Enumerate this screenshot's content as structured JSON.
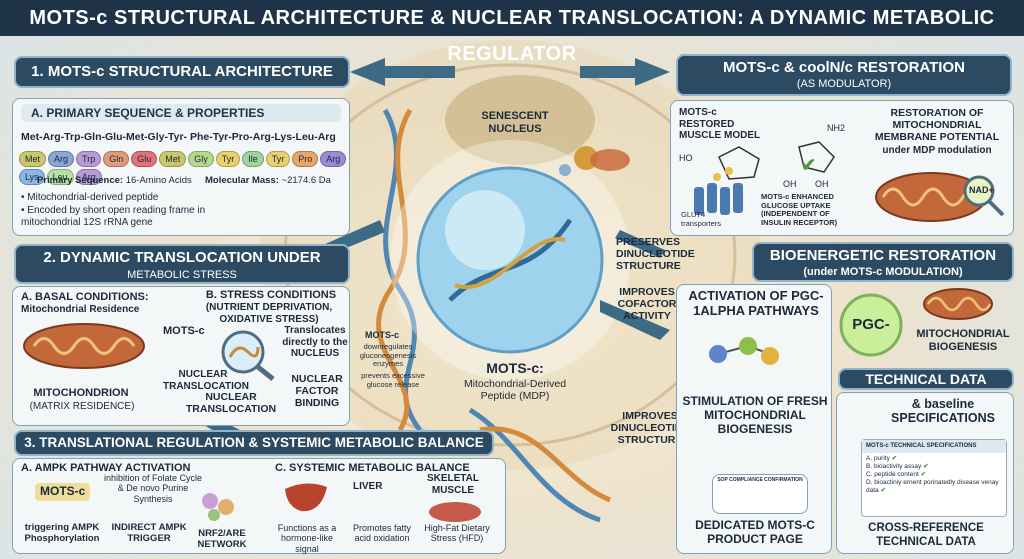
{
  "title": "MOTS-c STRUCTURAL ARCHITECTURE & NUCLEAR TRANSLOCATION: A DYNAMIC METABOLIC REGULATOR",
  "section1": {
    "header": "1. MOTS-c STRUCTURAL ARCHITECTURE",
    "subheader": "A. PRIMARY SEQUENCE & PROPERTIES",
    "sequence": "Met-Arg-Trp-Gln-Glu-Met-Gly-Tyr- Phe-Tyr-Pro-Arg-Lys-Leu-Arg",
    "residues": [
      {
        "name": "Met",
        "color": "#c9c86a"
      },
      {
        "name": "Arg",
        "color": "#8aa6d6"
      },
      {
        "name": "Trp",
        "color": "#b99ad6"
      },
      {
        "name": "Gln",
        "color": "#e39a7a"
      },
      {
        "name": "Glu",
        "color": "#e3707a"
      },
      {
        "name": "Met",
        "color": "#c9c86a"
      },
      {
        "name": "Gly",
        "color": "#b5d98a"
      },
      {
        "name": "Tyr",
        "color": "#e8d06a"
      },
      {
        "name": "Ile",
        "color": "#9fd49a"
      },
      {
        "name": "Tyr",
        "color": "#e8d06a"
      },
      {
        "name": "Pro",
        "color": "#e8a56a"
      },
      {
        "name": "Arg",
        "color": "#9a8ad6"
      },
      {
        "name": "Lys",
        "color": "#8ab6e6"
      },
      {
        "name": "Leu",
        "color": "#b8e0a0"
      },
      {
        "name": "Arg",
        "color": "#b99ad6"
      }
    ],
    "primary_sequence_label": "Primary Sequence:",
    "primary_sequence_value": "16-Amino Acids",
    "mass_label": "Molecular Mass:",
    "mass_value": "~2174.6 Da",
    "bullet1": "Mitochondrial-derived peptide",
    "bullet2": "Encoded by short open reading frame in mitochondrial 12S rRNA gene"
  },
  "section2": {
    "header": "2. DYNAMIC TRANSLOCATION UNDER",
    "header_sub": "METABOLIC STRESS",
    "basal_title": "A. BASAL CONDITIONS:",
    "basal_sub": "Mitochondrial Residence",
    "stress_title": "B. STRESS CONDITIONS",
    "stress_sub": "(NUTRIENT DEPRIVATION, OXIDATIVE STRESS)",
    "motsc_label": "MOTS-c",
    "translocates": "Translocates directly to the NUCLEUS",
    "nuclear_translocation_1": "NUCLEAR TRANSLOCATION",
    "mito_label": "MITOCHONDRION",
    "mito_sub": "(MATRIX RESIDENCE)",
    "nuclear_translocation_2": "NUCLEAR TRANSLOCATION",
    "nuclear_factor": "NUCLEAR FACTOR BINDING"
  },
  "section3": {
    "header": "3. TRANSLATIONAL REGULATION & SYSTEMIC METABOLIC BALANCE",
    "a_title": "A. AMPK PATHWAY ACTIVATION",
    "motsc": "MOTS-c",
    "inhibition": "inhibition of Folate Cycle & De novo Purine Synthesis",
    "triggering": "triggering AMPK Phosphorylation",
    "indirect": "INDIRECT AMPK TRIGGER",
    "nrf2": "NRF2/ARE NETWORK",
    "c_title": "C. SYSTEMIC METABOLIC BALANCE",
    "liver": "LIVER",
    "skeletal": "SKELETAL MUSCLE",
    "functions": "Functions as a hormone-like signal",
    "promotes": "Promotes fatty acid oxidation",
    "highfat": "High-Fat Dietary Stress (HFD)"
  },
  "center": {
    "senescent": "SENESCENT NUCLEUS",
    "motsc_title": "MOTS-c:",
    "motsc_sub": "Mitochondrial-Derived Peptide (MDP)",
    "side_motsc": "MOTS-c",
    "downregulates": "downregulates gluconeogenesis enzymes",
    "prevents": "prevents excessive glucose release",
    "preserves": "PRESERVES DINUCLEOTIDE STRUCTURE",
    "improves_cofactor": "IMPROVES COFACTOR ACTIVITY",
    "improves_dinucleotide": "IMPROVES DINUCLEOTIDE STRUCTURE"
  },
  "right_top": {
    "header": "MOTS-c & coolN/c RESTORATION",
    "header_sub": "(AS MODULATOR)",
    "muscle_model": "MOTS-c RESTORED MUSCLE MODEL",
    "nh2": "NH2",
    "ho": "HO",
    "oh1": "OH",
    "oh2": "OH",
    "glut4": "GLUT4 transporters",
    "enhanced": "MOTS-c ENHANCED GLUCOSE UPTAKE (INDEPENDENT OF INSULIN RECEPTOR)",
    "restoration_title": "RESTORATION OF MITOCHONDRIAL MEMBRANE POTENTIAL",
    "restoration_sub": "under MDP modulation",
    "nad": "NAD+"
  },
  "bioenergetic": {
    "header": "BIOENERGETIC RESTORATION",
    "header_sub": "(under MOTS-c MODULATION)",
    "activation": "ACTIVATION OF PGC-1alpha PATHWAYS",
    "pgc": "PGC-",
    "mito_bio": "MITOCHONDRIAL BIOGENESIS",
    "stimulation": "STIMULATION OF FRESH MITOCHONDRIAL BIOGENESIS",
    "dedicated": "DEDICATED MOTS-c PRODUCT PAGE",
    "sop": "SOP COMPLIANCE CONFIRMATION"
  },
  "technical": {
    "header": "TECHNICAL DATA",
    "sub": "& baseline SPECIFICATIONS",
    "spec_title": "MOTS-c TECHNICAL SPECIFICATIONS",
    "items": [
      "A. purity",
      "B. bioactivity assay",
      "C. peptide content",
      "D. bioactiniy ernent porinatedly disease venay data"
    ],
    "cross": "CROSS-REFERENCE TECHNICAL DATA"
  }
}
